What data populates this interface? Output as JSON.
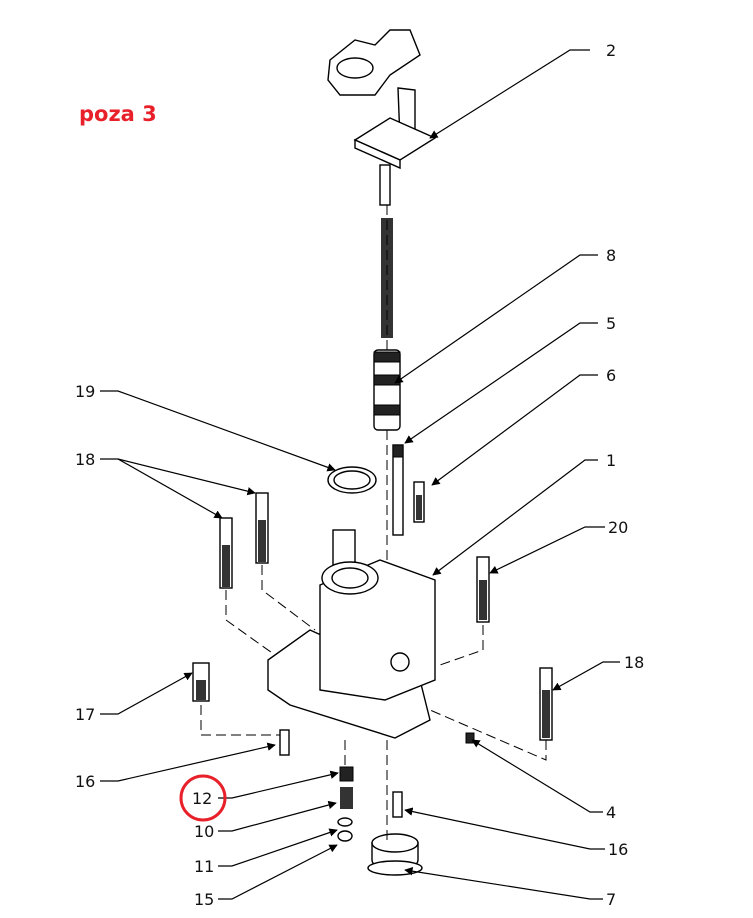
{
  "title": "poza 3",
  "highlight_color": "#e8202a",
  "highlighted_label": "12",
  "callouts": {
    "r2": "2",
    "r8": "8",
    "r5": "5",
    "r6": "6",
    "r1": "1",
    "r20": "20",
    "r18": "18",
    "r4": "4",
    "r16": "16",
    "r7": "7",
    "l19": "19",
    "l18": "18",
    "l17": "17",
    "l16": "16",
    "l12": "12",
    "l10": "10",
    "l11": "11",
    "l15": "15"
  }
}
